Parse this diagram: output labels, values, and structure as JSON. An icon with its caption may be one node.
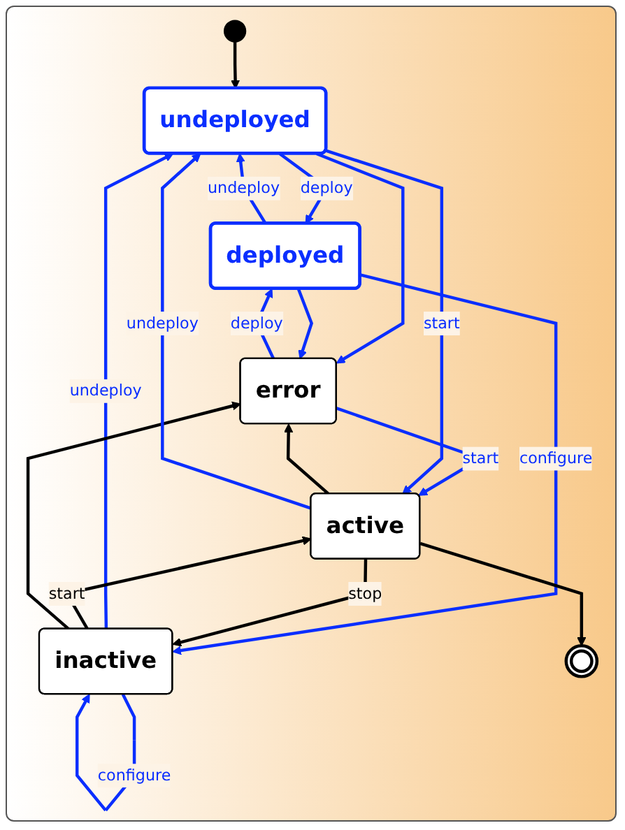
{
  "diagram": {
    "nodes": [
      {
        "text": [],
        "shape": "circle"
      },
      {
        "text": [
          "undeployed"
        ]
      },
      {
        "text": [
          "deployed"
        ]
      },
      {
        "text": [
          "inactive"
        ]
      },
      {
        "text": [
          "error"
        ]
      },
      {
        "text": [
          "active"
        ]
      },
      {
        "text": [],
        "shape": "circle"
      }
    ],
    "edges": [
      {
        "from": 0,
        "to": 1,
        "arrow": "to",
        "color": "#000000"
      },
      {
        "from": 1,
        "to": 2,
        "arrow": "to",
        "label": "deploy"
      },
      {
        "from": 2,
        "to": 1,
        "arrow": "to",
        "label": "undeploy"
      },
      {
        "from": 1,
        "to": 4,
        "arrow": "to"
      },
      {
        "from": 2,
        "to": 4,
        "arrow": "to"
      },
      {
        "from": 4,
        "to": 2,
        "arrow": "to",
        "label": "deploy"
      },
      {
        "from": 2,
        "to": 3,
        "arrow": "to",
        "label": "configure"
      },
      {
        "from": 3,
        "to": 1,
        "arrow": "to",
        "label": "undeploy"
      },
      {
        "from": 3,
        "to": 3,
        "arrow": "to",
        "label": "configure"
      },
      {
        "from": 3,
        "to": 5,
        "arrow": "to",
        "label": "start",
        "color": "#000000"
      },
      {
        "from": 5,
        "to": 3,
        "arrow": "to",
        "label": "stop",
        "color": "#000000"
      },
      {
        "from": 3,
        "to": 4,
        "arrow": "to",
        "color": "#000000"
      },
      {
        "from": 5,
        "to": 4,
        "arrow": "to",
        "color": "#000000"
      },
      {
        "from": 4,
        "to": 5,
        "arrow": "to",
        "label": "start"
      },
      {
        "from": 1,
        "to": 5,
        "arrow": "to",
        "label": "start"
      },
      {
        "from": 5,
        "to": 1,
        "arrow": "to",
        "label": "undeploy"
      },
      {
        "from": 5,
        "to": 6,
        "arrow": "to",
        "color": "#000000"
      }
    ]
  }
}
